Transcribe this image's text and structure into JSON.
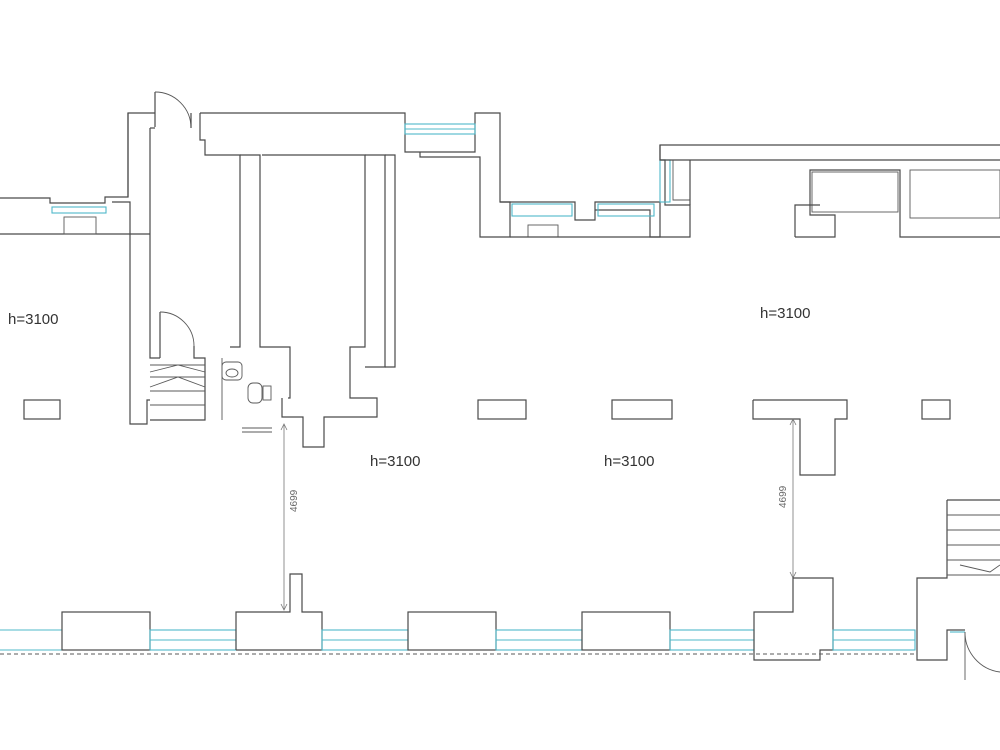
{
  "height_labels": [
    "h=3100",
    "h=3100",
    "h=3100",
    "h=3100"
  ],
  "dimensions": [
    "4699",
    "4699"
  ],
  "colors": {
    "wall": "#4a4a4a",
    "window_glass": "#4fb8c9",
    "background": "#ffffff"
  }
}
